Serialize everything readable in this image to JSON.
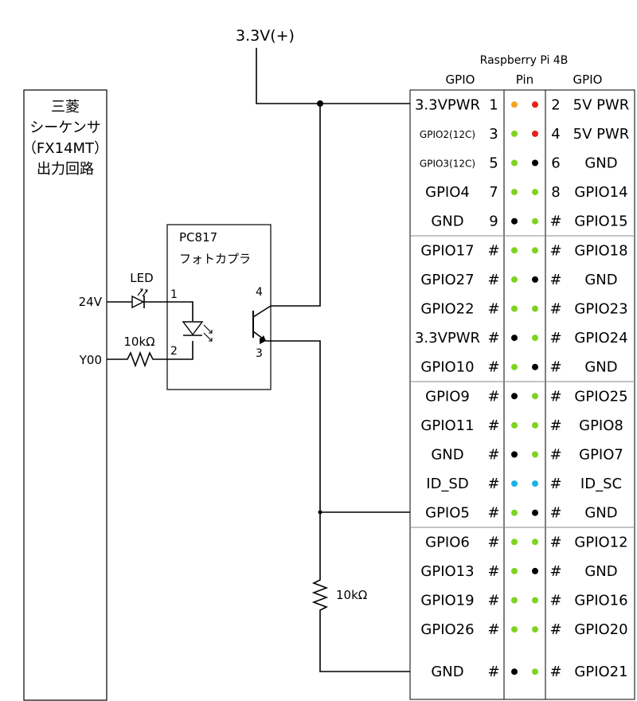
{
  "supply_label": "3.3V(+)",
  "plc": {
    "lines": [
      "三菱",
      "シーケンサ",
      "（FX14MT）",
      "出力回路"
    ],
    "signal_24v": "24V",
    "signal_y00": "Y00"
  },
  "led_label": "LED",
  "resistor_in_label": "10kΩ",
  "resistor_pulldown_label": "10kΩ",
  "optocoupler": {
    "model": "PC817",
    "name": "フォトカプラ",
    "pin1": "1",
    "pin2": "2",
    "pin3": "3",
    "pin4": "4"
  },
  "rpi": {
    "title": "Raspberry Pi 4B",
    "header_left": "GPIO",
    "header_mid": "Pin",
    "header_right": "GPIO",
    "rows": [
      {
        "left": "3.3VPWR",
        "ln": "1",
        "lc": "#f5a623",
        "rc": "#e8201a",
        "rn": "2",
        "right": "5V PWR",
        "small": false
      },
      {
        "left": "GPIO2(12C)",
        "ln": "3",
        "lc": "#7ed321",
        "rc": "#e8201a",
        "rn": "4",
        "right": "5V PWR",
        "small": true
      },
      {
        "left": "GPIO3(12C)",
        "ln": "5",
        "lc": "#7ed321",
        "rc": "#000000",
        "rn": "6",
        "right": "GND",
        "small": true
      },
      {
        "left": "GPIO4",
        "ln": "7",
        "lc": "#7ed321",
        "rc": "#7ed321",
        "rn": "8",
        "right": "GPIO14",
        "small": false
      },
      {
        "left": "GND",
        "ln": "9",
        "lc": "#000000",
        "rc": "#7ed321",
        "rn": "#",
        "right": "GPIO15",
        "small": false
      },
      {
        "left": "GPIO17",
        "ln": "#",
        "lc": "#7ed321",
        "rc": "#7ed321",
        "rn": "#",
        "right": "GPIO18",
        "small": false
      },
      {
        "left": "GPIO27",
        "ln": "#",
        "lc": "#7ed321",
        "rc": "#000000",
        "rn": "#",
        "right": "GND",
        "small": false
      },
      {
        "left": "GPIO22",
        "ln": "#",
        "lc": "#7ed321",
        "rc": "#7ed321",
        "rn": "#",
        "right": "GPIO23",
        "small": false
      },
      {
        "left": "3.3VPWR",
        "ln": "#",
        "lc": "#000000",
        "rc": "#7ed321",
        "rn": "#",
        "right": "GPIO24",
        "small": false
      },
      {
        "left": "GPIO10",
        "ln": "#",
        "lc": "#7ed321",
        "rc": "#000000",
        "rn": "#",
        "right": "GND",
        "small": false
      },
      {
        "left": "GPIO9",
        "ln": "#",
        "lc": "#000000",
        "rc": "#7ed321",
        "rn": "#",
        "right": "GPIO25",
        "small": false
      },
      {
        "left": "GPIO11",
        "ln": "#",
        "lc": "#7ed321",
        "rc": "#7ed321",
        "rn": "#",
        "right": "GPIO8",
        "small": false
      },
      {
        "left": "GND",
        "ln": "#",
        "lc": "#000000",
        "rc": "#7ed321",
        "rn": "#",
        "right": "GPIO7",
        "small": false
      },
      {
        "left": "ID_SD",
        "ln": "#",
        "lc": "#1ab2e8",
        "rc": "#1ab2e8",
        "rn": "#",
        "right": "ID_SC",
        "small": false
      },
      {
        "left": "GPIO5",
        "ln": "#",
        "lc": "#7ed321",
        "rc": "#000000",
        "rn": "#",
        "right": "GND",
        "small": false
      },
      {
        "left": "GPIO6",
        "ln": "#",
        "lc": "#7ed321",
        "rc": "#7ed321",
        "rn": "#",
        "right": "GPIO12",
        "small": false
      },
      {
        "left": "GPIO13",
        "ln": "#",
        "lc": "#7ed321",
        "rc": "#000000",
        "rn": "#",
        "right": "GND",
        "small": false
      },
      {
        "left": "GPIO19",
        "ln": "#",
        "lc": "#7ed321",
        "rc": "#7ed321",
        "rn": "#",
        "right": "GPIO16",
        "small": false
      },
      {
        "left": "GPIO26",
        "ln": "#",
        "lc": "#7ed321",
        "rc": "#7ed321",
        "rn": "#",
        "right": "GPIO20",
        "small": false
      },
      {
        "left": "GND",
        "ln": "#",
        "lc": "#000000",
        "rc": "#7ed321",
        "rn": "#",
        "right": "GPIO21",
        "small": false
      }
    ]
  }
}
